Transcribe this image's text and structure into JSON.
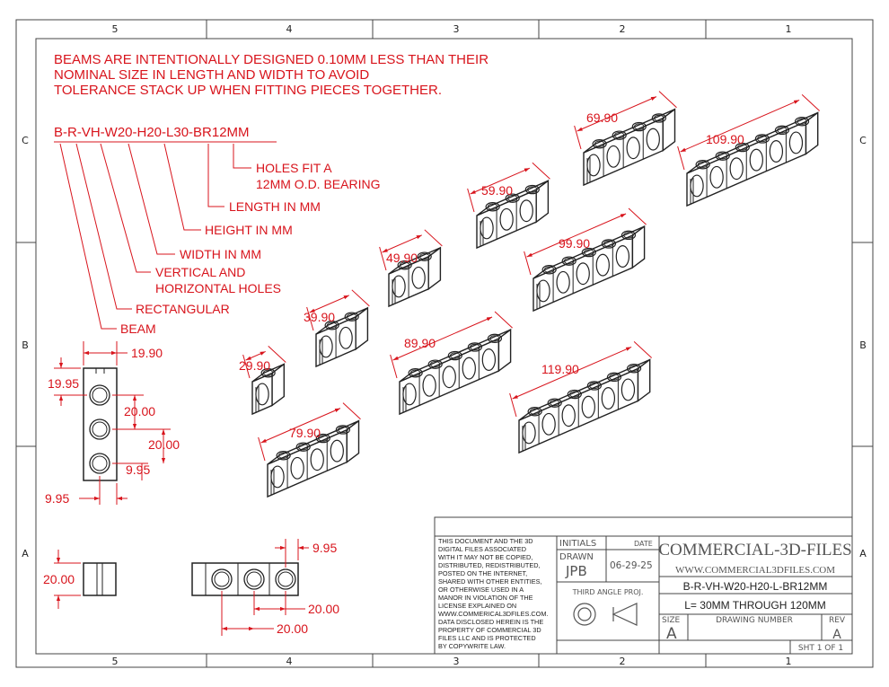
{
  "border": {
    "columns": [
      "5",
      "4",
      "3",
      "2",
      "1"
    ],
    "rows": [
      "C",
      "B",
      "A"
    ]
  },
  "note": {
    "lines": [
      "BEAMS ARE INTENTIONALLY DESIGNED 0.10MM LESS THAN THEIR",
      "NOMINAL SIZE IN LENGTH AND WIDTH TO AVOID",
      "TOLERANCE STACK UP WHEN FITTING PIECES TOGETHER."
    ]
  },
  "part_code": {
    "code": "B-R-VH-W20-H20-L30-BR12MM",
    "legend": [
      "HOLES FIT A",
      "12MM O.D. BEARING",
      "LENGTH IN MM",
      "HEIGHT IN MM",
      "WIDTH IN MM",
      "VERTICAL AND",
      "HORIZONTAL HOLES",
      "RECTANGULAR",
      "BEAM"
    ]
  },
  "beams": [
    {
      "length_label": "29.90",
      "holes": 1
    },
    {
      "length_label": "39.90",
      "holes": 2
    },
    {
      "length_label": "49.90",
      "holes": 2
    },
    {
      "length_label": "59.90",
      "holes": 3
    },
    {
      "length_label": "69.90",
      "holes": 4
    },
    {
      "length_label": "79.90",
      "holes": 4
    },
    {
      "length_label": "89.90",
      "holes": 5
    },
    {
      "length_label": "99.90",
      "holes": 5
    },
    {
      "length_label": "109.90",
      "holes": 6
    },
    {
      "length_label": "119.90",
      "holes": 6
    }
  ],
  "front_view": {
    "width": "19.90",
    "edge": "19.95",
    "pitch": "20.00",
    "pitch2": "20.00",
    "side_offset": "9.95",
    "bottom_offset": "9.95"
  },
  "bottom_views": {
    "height": "20.00",
    "edge": "9.95",
    "pitch": "20.00",
    "pitch2": "20.00"
  },
  "title_block": {
    "legal": [
      "THIS DOCUMENT AND THE 3D",
      "DIGITAL FILES ASSOCIATED",
      "WITH IT MAY NOT BE COPIED,",
      "DISTRIBUTED, REDISTRIBUTED,",
      "POSTED ON THE INTERNET,",
      "SHARED WITH OTHER ENTITIES,",
      "OR OTHERWISE USED IN A",
      "MANOR IN VIOLATION OF THE",
      "LICENSE EXPLAINED ON",
      "WWW.COMMERICAL3DFILES.COM.",
      "DATA DISCLOSED HEREIN IS THE",
      "PROPERTY OF COMMERCIAL 3D",
      "FILES LLC AND IS PROTECTED",
      "BY COPYWRITE LAW."
    ],
    "initials_label": "INITIALS",
    "date_label": "DATE",
    "drawn_label": "DRAWN",
    "drawn_by": "JPB",
    "date": "06-29-25",
    "projection": "THIRD ANGLE PROJ.",
    "company": "COMMERCIAL-3D-FILES",
    "website": "WWW.COMMERCIAL3DFILES.COM",
    "part_title_1": "B-R-VH-W20-H20-L-BR12MM",
    "part_title_2": "L= 30MM THROUGH 120MM",
    "size_label": "SIZE",
    "size": "A",
    "drawing_number_label": "DRAWING NUMBER",
    "rev_label": "REV",
    "rev": "A",
    "sheet": "SHT 1 OF 1"
  },
  "colors": {
    "dimension": "#d8141c",
    "outline": "#222222",
    "border": "#444444"
  }
}
